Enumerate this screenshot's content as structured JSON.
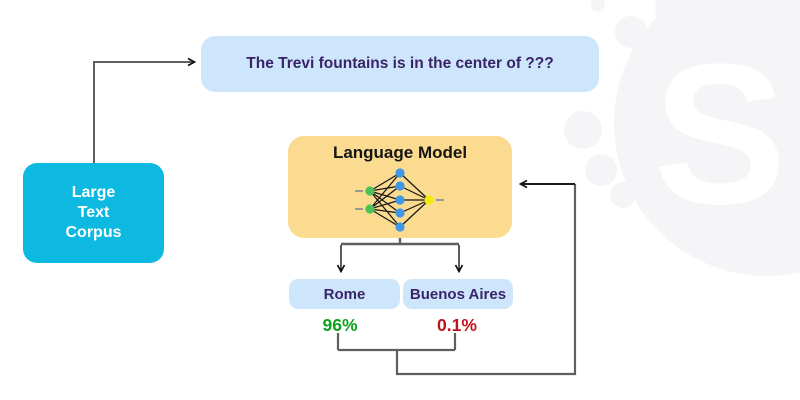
{
  "watermark": {
    "letter": "S"
  },
  "corpus": {
    "lines": [
      "Large",
      "Text",
      "Corpus"
    ]
  },
  "prompt": {
    "text": "The Trevi fountains is in the center of ???"
  },
  "model": {
    "title": "Language Model",
    "network": {
      "input_nodes": 2,
      "hidden_nodes": 5,
      "output_nodes": 1
    }
  },
  "outputs": [
    {
      "label": "Rome",
      "probability": "96%"
    },
    {
      "label": "Buenos Aires",
      "probability": "0.1%"
    }
  ],
  "colors": {
    "corpus_bg": "#0db9e0",
    "prompt_bg": "#cee6fc",
    "output_bg": "#cee6fc",
    "model_bg": "#fbdb8f",
    "heading_text": "#3a2468",
    "prob_positive": "#0da31f",
    "prob_negative": "#c1131d",
    "connector": "#5f5f5f",
    "node_input": "#4cc157",
    "node_hidden": "#3f97e8",
    "node_output": "#f2ea10",
    "watermark_bg": "#f5f5f7"
  }
}
